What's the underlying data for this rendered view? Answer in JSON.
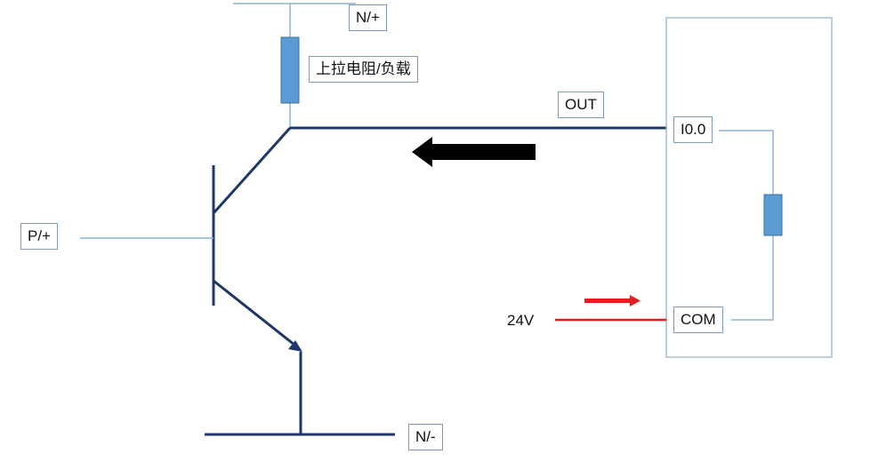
{
  "labels": {
    "n_plus": "N/+",
    "pullup": "上拉电阻/负载",
    "out": "OUT",
    "input": "I0.0",
    "p_plus": "P/+",
    "com": "COM",
    "v24": "24V",
    "n_minus": "N/-"
  },
  "colors": {
    "wire_dark": "#1f3768",
    "wire_light": "#8fb3d6",
    "resistor": "#5b9bd5",
    "resistor_border": "#41719c",
    "arrow_black": "#000000",
    "red": "#e02020",
    "box_border": "#8faecf"
  }
}
